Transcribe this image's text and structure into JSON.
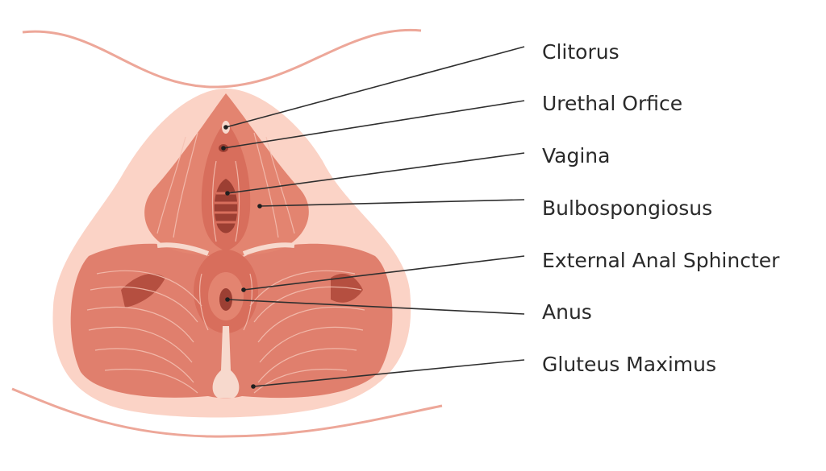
{
  "labels": [
    {
      "id": "clitorus",
      "text": "Clitorus"
    },
    {
      "id": "urethal-orfice",
      "text": "Urethal Orfice"
    },
    {
      "id": "vagina",
      "text": "Vagina"
    },
    {
      "id": "bulbospongiosus",
      "text": "Bulbospongiosus"
    },
    {
      "id": "external-anal-sphincter",
      "text": "External Anal Sphincter"
    },
    {
      "id": "anus",
      "text": "Anus"
    },
    {
      "id": "gluteus-maximus",
      "text": "Gluteus Maximus"
    }
  ],
  "colors": {
    "skin": "#fbd3c6",
    "body_outline": "#eda799",
    "muscle": "#e07f6d",
    "muscle_dark": "#c95d4c",
    "muscle_light": "#f0a392",
    "fiber": "#f5c1b3",
    "cavity": "#9c3f33",
    "tendon": "#f7d9cd",
    "line": "#2f2f2f",
    "text": "#2a2a2a"
  }
}
